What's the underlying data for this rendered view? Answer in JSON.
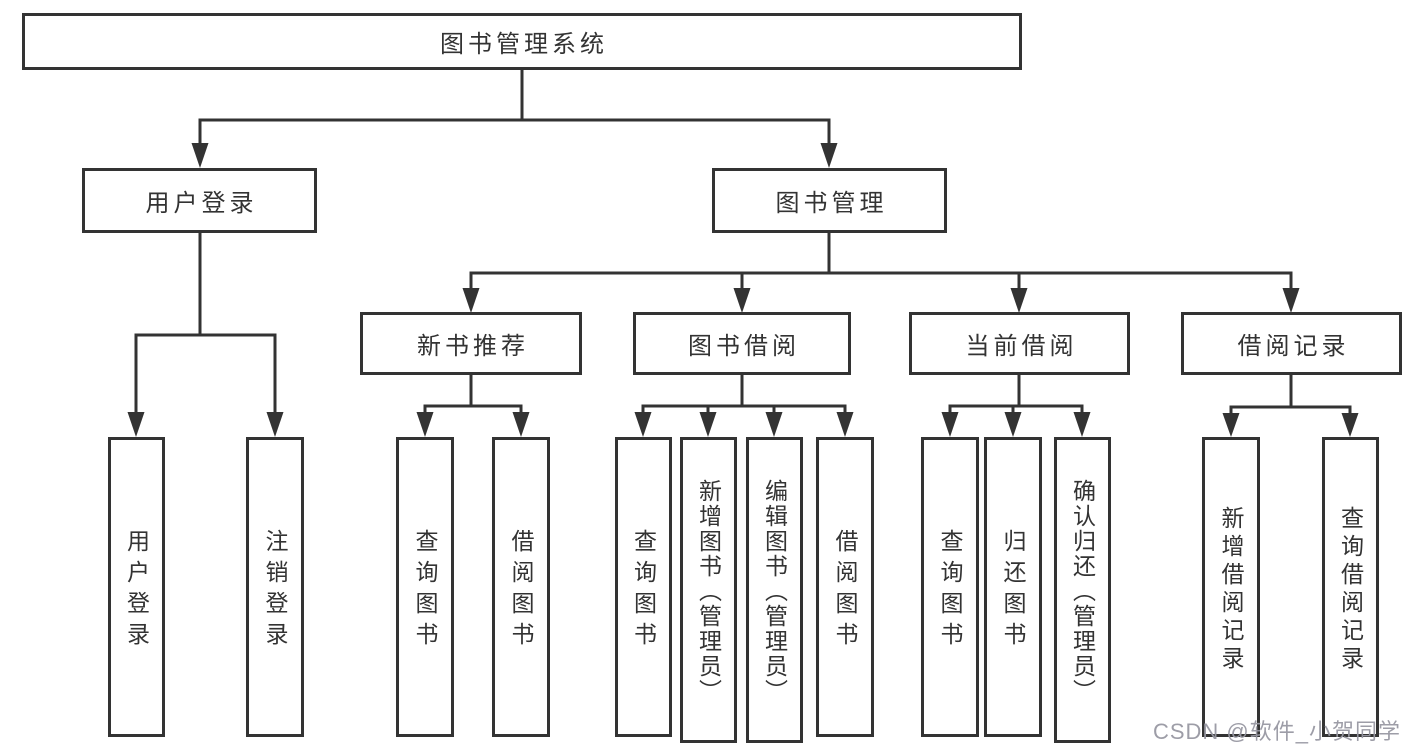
{
  "tree": {
    "root": {
      "label": "图书管理系统",
      "children": [
        {
          "label": "用户登录",
          "children": [
            {
              "label": "用户登录"
            },
            {
              "label": "注销登录"
            }
          ]
        },
        {
          "label": "图书管理",
          "children": [
            {
              "label": "新书推荐",
              "children": [
                {
                  "label": "查询图书"
                },
                {
                  "label": "借阅图书"
                }
              ]
            },
            {
              "label": "图书借阅",
              "children": [
                {
                  "label": "查询图书"
                },
                {
                  "label": "新增图书（管理员）"
                },
                {
                  "label": "编辑图书（管理员）"
                },
                {
                  "label": "借阅图书"
                }
              ]
            },
            {
              "label": "当前借阅",
              "children": [
                {
                  "label": "查询图书"
                },
                {
                  "label": "归还图书"
                },
                {
                  "label": "确认归还（管理员）"
                }
              ]
            },
            {
              "label": "借阅记录",
              "children": [
                {
                  "label": "新增借阅记录"
                },
                {
                  "label": "查询借阅记录"
                }
              ]
            }
          ]
        }
      ]
    }
  },
  "watermark": {
    "text": "CSDN @软件_小贺同学"
  },
  "colors": {
    "line": "#333333",
    "box_border": "#333333",
    "text": "#333333",
    "watermark": "#9898a2",
    "background": "#ffffff"
  }
}
